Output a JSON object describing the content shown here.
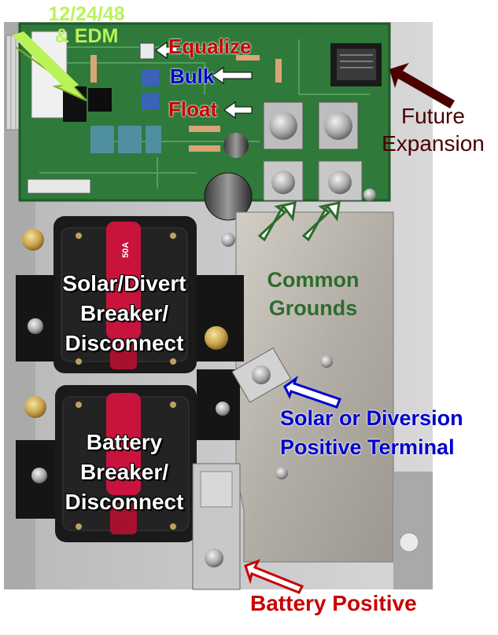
{
  "colors": {
    "lime_label": "#b9f35a",
    "red_label": "#c80000",
    "blue_label": "#0000cc",
    "dark_red_label": "#4b0000",
    "green_label": "#2e6b2e",
    "white_label": "#ffffff",
    "enclosure_gray": "#c9c9c9",
    "circuit_board_green": "#2f7a3a",
    "breaker_black": "#1a1a1a",
    "handle_red": "#c8143c",
    "aluminum_plate": "#b8b4ac"
  },
  "labels": {
    "voltage_line1": "12/24/48",
    "voltage_line2": "& EDM",
    "equalize": "Equalize",
    "bulk": "Bulk",
    "float": "Float",
    "future_line1": "Future",
    "future_line2": "Expansion",
    "grounds_line1": "Common",
    "grounds_line2": "Grounds",
    "solar_breaker_line1": "Solar/Divert",
    "solar_breaker_line2": "Breaker/",
    "solar_breaker_line3": "Disconnect",
    "battery_breaker_line1": "Battery",
    "battery_breaker_line2": "Breaker/",
    "battery_breaker_line3": "Disconnect",
    "solar_terminal_line1": "Solar or Diversion",
    "solar_terminal_line2": "Positive Terminal",
    "battery_positive": "Battery Positive",
    "breaker_rating": "50A"
  },
  "icons": {
    "voltage_arrow": "arrow-down-right",
    "equalize_arrow": "arrow-left",
    "bulk_arrow": "arrow-left",
    "float_arrow": "arrow-left",
    "future_arrow": "arrow-up-left",
    "ground_arrows": "arrow-up-right",
    "solar_terminal_arrow": "arrow-up-left",
    "battery_positive_arrow": "arrow-up-left"
  }
}
